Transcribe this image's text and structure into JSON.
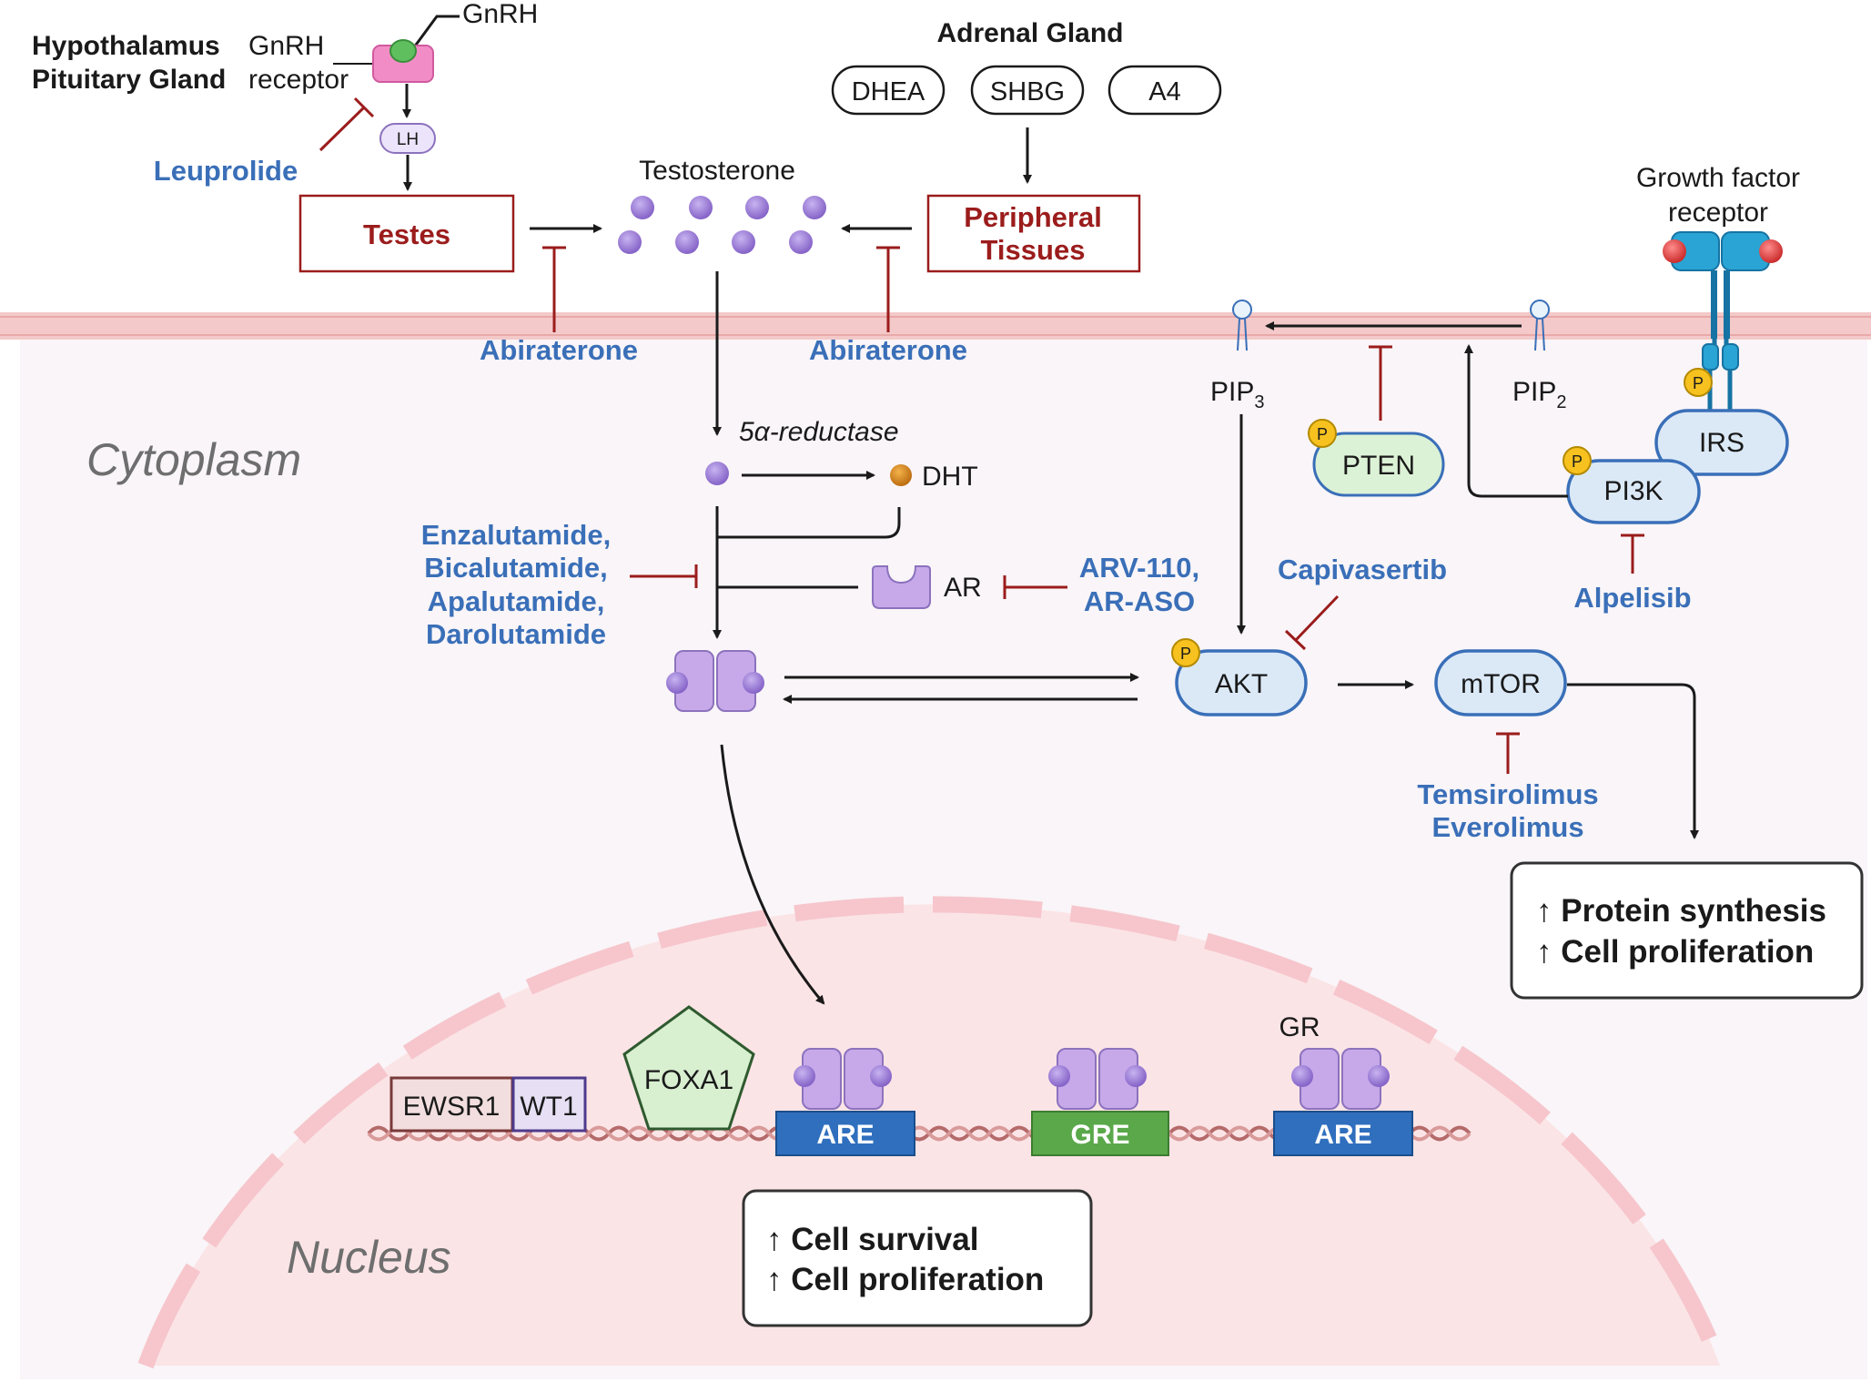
{
  "colors": {
    "drug_blue": "#3a6fb8",
    "tissue_red": "#9b1c1c",
    "receptor_purple": "#c7a9ea",
    "membrane_pink": "#f4c9c9",
    "are_blue": "#2f6fbe",
    "gre_green": "#5aa84a",
    "phospho_yellow": "#f7c21f"
  },
  "hypothalamus": {
    "line1": "Hypothalamus",
    "line2": "Pituitary Gland"
  },
  "gnrh": {
    "ligand": "GnRH",
    "receptor_line1": "GnRH",
    "receptor_line2": "receptor",
    "lh": "LH"
  },
  "drugs": {
    "leuprolide": "Leuprolide",
    "abiraterone_left": "Abiraterone",
    "abiraterone_right": "Abiraterone",
    "antiandrogens": [
      "Enzalutamide,",
      "Bicalutamide,",
      "Apalutamide,",
      "Darolutamide"
    ],
    "ar_degraders": [
      "ARV-110,",
      "AR-ASO"
    ],
    "capivasertib": "Capivasertib",
    "alpelisib": "Alpelisib",
    "mtor_inhibitors": [
      "Temsirolimus",
      "Everolimus"
    ]
  },
  "tissues": {
    "testes": "Testes",
    "peripheral_line1": "Peripheral",
    "peripheral_line2": "Tissues"
  },
  "adrenal": {
    "title": "Adrenal Gland",
    "items": [
      "DHEA",
      "SHBG",
      "A4"
    ]
  },
  "testosterone": "Testosterone",
  "reductase": "5α-reductase",
  "dht": "DHT",
  "ar": "AR",
  "compartments": {
    "cytoplasm": "Cytoplasm",
    "nucleus": "Nucleus"
  },
  "growth_factor": {
    "line1": "Growth factor",
    "line2": "receptor"
  },
  "pip3": {
    "base": "PIP",
    "sub": "3"
  },
  "pip2": {
    "base": "PIP",
    "sub": "2"
  },
  "phospho": "P",
  "proteins": {
    "pten": "PTEN",
    "irs": "IRS",
    "pi3k": "PI3K",
    "akt": "AKT",
    "mtor": "mTOR"
  },
  "outcomes": {
    "cytoplasm": [
      "↑ Protein synthesis",
      "↑ Cell proliferation"
    ],
    "nucleus": [
      "↑ Cell survival",
      "↑ Cell proliferation"
    ]
  },
  "nuclear": {
    "ewsr1": "EWSR1",
    "wt1": "WT1",
    "foxa1": "FOXA1",
    "gr": "GR",
    "elements": [
      "ARE",
      "GRE",
      "ARE"
    ]
  }
}
